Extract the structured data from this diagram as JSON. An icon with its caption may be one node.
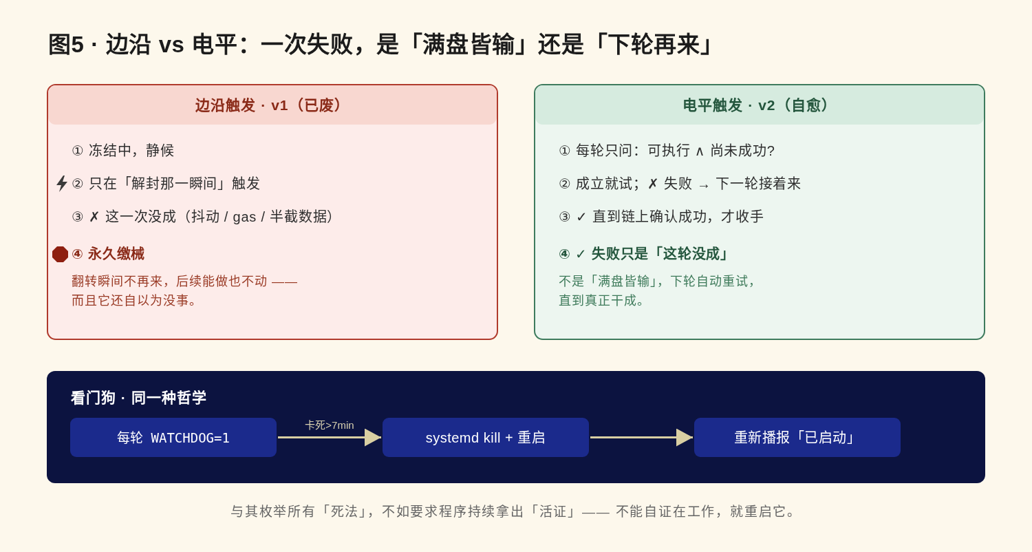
{
  "diagram": {
    "title": "图5 · 边沿 vs 电平：一次失败，是「满盘皆输」还是「下轮再来」",
    "nodes": [
      {
        "text": [
          "边沿触发 · v1（已废）",
          "① 冻结中，静候",
          "② 只在「解封那一瞬间」触发",
          "③ ✗ 这一次没成（抖动 / gas / 半截数据）",
          "④ 永久缴械",
          "翻转瞬间不再来，后续能做也不动 ——而且它还自以为没事。"
        ]
      },
      {
        "text": [
          "电平触发 · v2（自愈）",
          "① 每轮只问：可执行 ∧ 尚未成功?",
          "② 成立就试；✗ 失败 → 下一轮接着来",
          "③ ✓ 直到链上确认成功，才收手",
          "④ ✓ 失败只是「这轮没成」",
          "不是「满盘皆输」，下轮自动重试，直到真正干成。"
        ]
      },
      {
        "text": [
          "看门狗 · 同一种哲学"
        ]
      },
      {
        "text": [
          "每轮 WATCHDOG=1"
        ],
        "in": 2
      },
      {
        "text": [
          "systemd kill + 重启"
        ],
        "in": 2
      },
      {
        "text": [
          "重新播报「已启动」"
        ],
        "in": 2
      }
    ],
    "edges": [
      {
        "from": 3,
        "to": 4,
        "arrow": "to",
        "label": "卡死>7min"
      },
      {
        "from": 4,
        "to": 5,
        "arrow": "to"
      }
    ],
    "caption": "与其枚举所有「死法」，不如要求程序持续拿出「活证」—— 不能自证在工作，就重启它。"
  }
}
